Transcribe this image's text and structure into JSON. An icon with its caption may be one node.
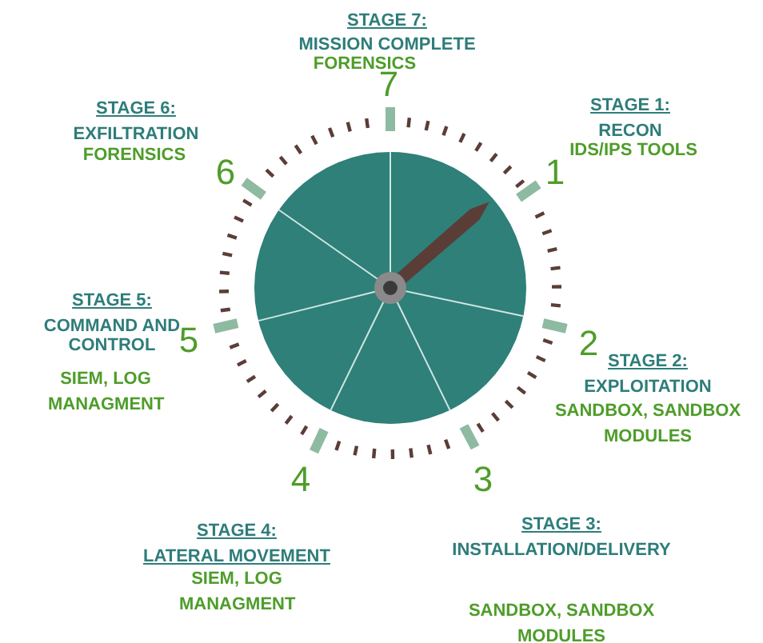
{
  "diagram": {
    "labels": [
      "STAGE 7:",
      "MISSION COMPLETE",
      "FORENSICS",
      "7",
      "STAGE 6:",
      "EXFILTRATION",
      "FORENSICS",
      "STAGE 1:",
      "RECON",
      "IDS/IPS TOOLS",
      "6",
      "1",
      "STAGE 5:",
      "COMMAND AND CONTROL",
      "5",
      "2",
      "SIEM, LOG MANAGMENT",
      "STAGE 2:",
      "EXPLOITATION",
      "SANDBOX, SANDBOX MODULES",
      "4",
      "3",
      "STAGE 4:",
      "LATERAL MOVEMENT",
      "STAGE 3:",
      "INSTALLATION/DELIVERY",
      "SIEM, LOG MANAGMENT",
      "SANDBOX, SANDBOX MODULES"
    ]
  }
}
